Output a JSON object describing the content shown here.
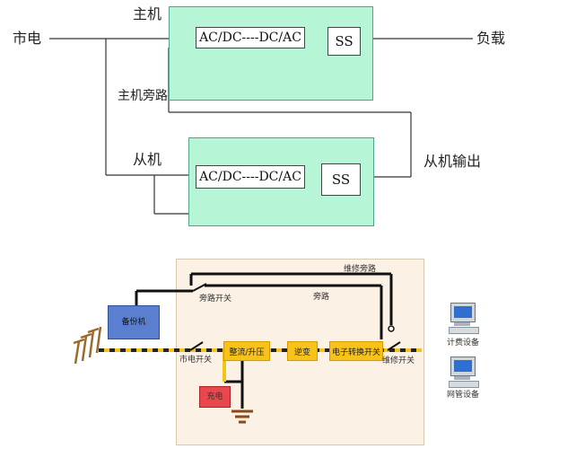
{
  "top_caption": "",
  "diagram1": {
    "host_label": "主机",
    "mains_label": "市电",
    "load_label": "负载",
    "host_bypass_label": "主机旁路",
    "slave_label": "从机",
    "slave_output_label": "从机输出",
    "host_converter_label": "AC/DC----DC/AC",
    "host_ss_label": "SS",
    "slave_converter_label": "AC/DC----DC/AC",
    "slave_ss_label": "SS"
  },
  "diagram2": {
    "backup_label": "备份机",
    "bypass_switch_label": "旁路开关",
    "bypass_label": "旁路",
    "maint_bypass_label": "维修旁路",
    "rectifier_label": "整流/升压",
    "inverter_label": "逆变",
    "static_switch_label": "电子转换开关",
    "mains_switch_label": "市电开关",
    "maint_switch_label": "维修开关",
    "battery_label": "充电",
    "billing_device_label": "计费设备",
    "network_device_label": "网管设备"
  },
  "colors": {
    "green_fill": "#b6f5d6",
    "panel_fill": "#fbf2e5",
    "yellow": "#f7c21a",
    "blue_box": "#5b7fd0",
    "red_box": "#e8484b"
  }
}
